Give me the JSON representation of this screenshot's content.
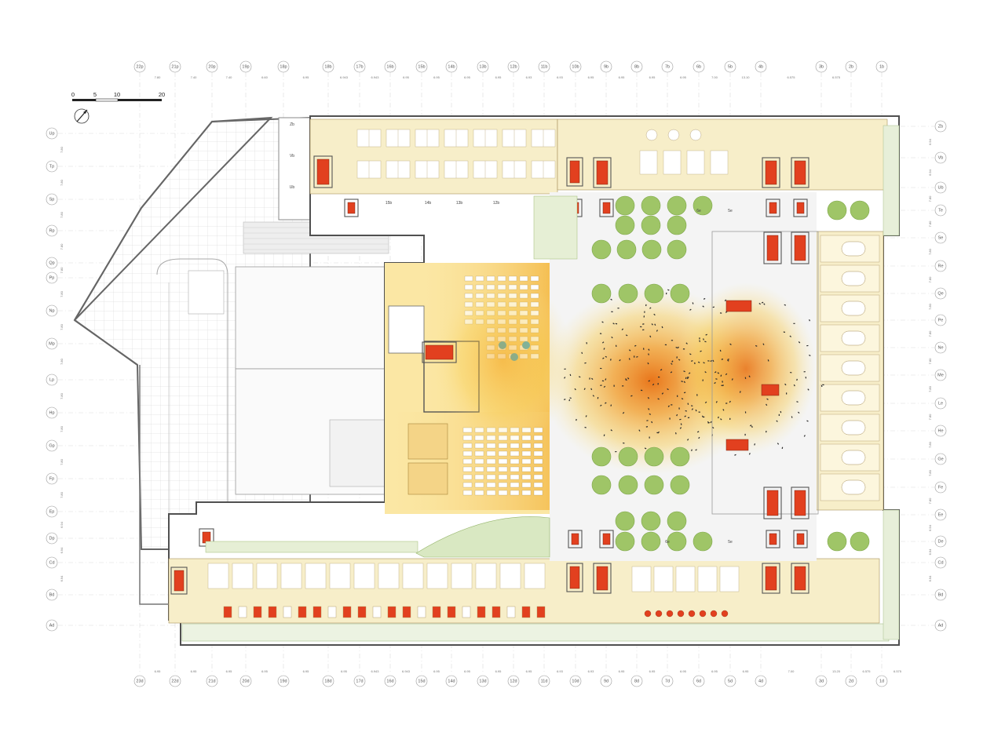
{
  "colors": {
    "office_fill": "#f7eec9",
    "heat_yellow": "#f6c63a",
    "heat_orange": "#ee8a1a",
    "core_red": "#e2401f",
    "planting_green": "#9fc567",
    "wall_grey": "#555555",
    "parking_line": "#bdbdbd",
    "blue_furniture": "#29a6d9"
  },
  "scale_bar": {
    "labels": [
      "0",
      "5",
      "10",
      "20"
    ]
  },
  "north_arrow": {
    "icon": "north-arrow-icon"
  },
  "grid": {
    "top_columns": [
      "22p",
      "21p",
      "20p",
      "19p",
      "18p",
      "18b",
      "17b",
      "16b",
      "15b",
      "14b",
      "13b",
      "12b",
      "11b",
      "10b",
      "9b",
      "8b",
      "7b",
      "6b",
      "5b",
      "4b",
      "3b",
      "2b",
      "1b"
    ],
    "top_dimensions": [
      "7.80",
      "7.40",
      "7.40",
      "6.60",
      "6.95",
      "6.943",
      "6.943",
      "6.95",
      "6.95",
      "6.95",
      "6.95",
      "6.93",
      "6.93",
      "6.95",
      "6.95",
      "6.95",
      "6.95",
      "7.00",
      "13.10",
      "6.575",
      "6.575"
    ],
    "bottom_columns": [
      "23d",
      "22d",
      "21d",
      "20d",
      "19d",
      "18d",
      "17d",
      "16d",
      "15d",
      "14d",
      "13d",
      "12d",
      "11d",
      "10d",
      "9d",
      "8d",
      "7d",
      "6d",
      "5d",
      "4d",
      "3d",
      "2d",
      "1d"
    ],
    "bottom_dimensions": [
      "6.95",
      "6.95",
      "6.95",
      "6.95",
      "6.95",
      "6.95",
      "6.943",
      "6.943",
      "6.95",
      "6.95",
      "6.95",
      "6.95",
      "6.93",
      "6.93",
      "6.95",
      "6.95",
      "6.95",
      "6.95",
      "6.95",
      "7.00",
      "13.20",
      "6.575",
      "6.575"
    ],
    "left_rows": [
      "Up",
      "Tp",
      "Sp",
      "Rp",
      "Qp",
      "Pp",
      "Np",
      "Mp",
      "Lp",
      "Hp",
      "Gp",
      "Fp",
      "Ep",
      "Dp",
      "Cd",
      "Bd",
      "Ad"
    ],
    "left_dimensions": [
      "7.80",
      "7.80",
      "7.80",
      "7.80",
      "7.80",
      "7.80",
      "7.80",
      "7.80",
      "7.80",
      "7.80",
      "7.80",
      "7.80",
      "6.94",
      "6.94",
      "6.94"
    ],
    "right_rows": [
      "Zb",
      "Vb",
      "Ub",
      "Te",
      "Se",
      "Re",
      "Qe",
      "Pe",
      "Ne",
      "Me",
      "Le",
      "He",
      "Ge",
      "Fe",
      "Ee",
      "De",
      "Cd",
      "Bd",
      "Ad"
    ],
    "right_dimensions": [
      "6.94",
      "6.94",
      "7.80",
      "7.80",
      "7.80",
      "7.80",
      "7.80",
      "7.80",
      "7.80",
      "7.80",
      "7.80",
      "7.80",
      "7.80",
      "7.80",
      "6.94",
      "6.94",
      "6.94"
    ]
  },
  "interior_labels": {
    "north_wing_rows": [
      "Zb",
      "Vb",
      "Ub"
    ],
    "north_courtyard_cols": [
      "15b",
      "14b",
      "13b",
      "12b"
    ],
    "atrium_cols": [
      "6e",
      "5e"
    ],
    "south_atrium_cols": [
      "6e",
      "5e"
    ]
  }
}
